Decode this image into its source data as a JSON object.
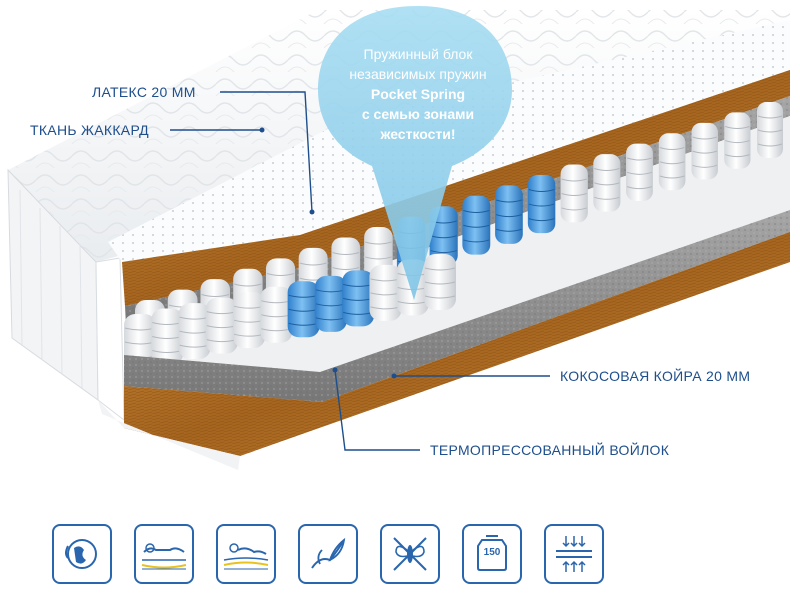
{
  "labels": {
    "latex": "ЛАТЕКС 20 ММ",
    "jacquard": "ТКАНЬ ЖАККАРД",
    "coir": "КОКОСОВАЯ КОЙРА 20 ММ",
    "felt": "ТЕРМОПРЕССОВАННЫЙ ВОЙЛОК"
  },
  "bubble": {
    "line1": "Пружинный блок",
    "line2": "независимых пружин",
    "line3": "Pocket Spring",
    "line4": "с семью зонами",
    "line5": "жесткости!"
  },
  "icons": [
    {
      "name": "eco-globe-icon"
    },
    {
      "name": "body-support-icon"
    },
    {
      "name": "orthopedic-support-icon"
    },
    {
      "name": "natural-leaf-icon"
    },
    {
      "name": "no-moth-icon"
    },
    {
      "name": "max-weight-icon",
      "text": "150"
    },
    {
      "name": "ventilation-icon"
    }
  ],
  "colors": {
    "accent": "#2a66ad",
    "label": "#1e4f8c",
    "coir": "#b8762c",
    "felt": "#8a8a8a",
    "spring_blue": "#4a9ee6",
    "bubble": "#8fd0ec"
  }
}
